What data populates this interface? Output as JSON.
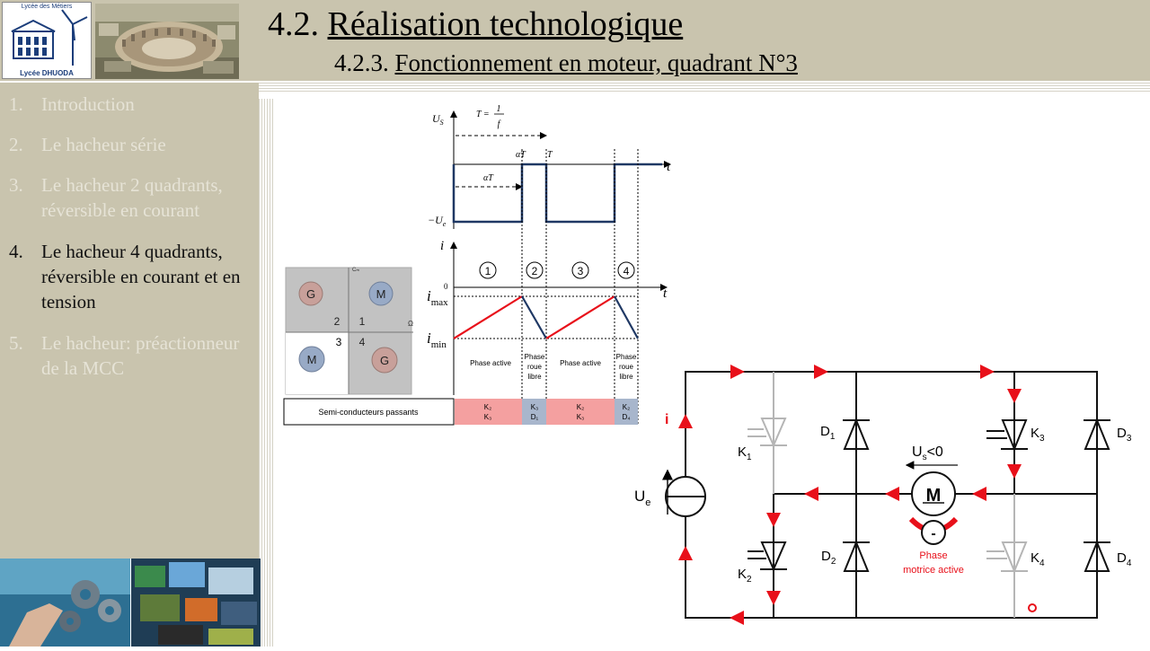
{
  "header": {
    "title_num": "4.2.",
    "title_text": "Réalisation technologique",
    "subtitle_num": "4.2.3.",
    "subtitle_text": "Fonctionnement en moteur, quadrant N°3",
    "logo_top": "Lycée des Métiers",
    "logo_bottom": "Lycée DHUODA"
  },
  "sidebar": {
    "items": [
      {
        "num": "1.",
        "label": "Introduction"
      },
      {
        "num": "2.",
        "label": "Le hacheur série"
      },
      {
        "num": "3.",
        "label": "Le hacheur 2 quadrants, réversible en courant"
      },
      {
        "num": "4.",
        "label": "Le hacheur 4 quadrants, réversible en courant et en tension"
      },
      {
        "num": "5.",
        "label": "Le hacheur: préactionneur de la MCC"
      }
    ],
    "active_index": 3
  },
  "quadrant": {
    "axis_y": "Cₘ",
    "axis_x": "Ω",
    "circles": {
      "q2": "G",
      "q1": "M",
      "q3": "M",
      "q4": "G"
    },
    "numbers": {
      "q2": "2",
      "q1": "1",
      "q3": "3",
      "q4": "4"
    }
  },
  "chronogram": {
    "us_label": "U",
    "us_sub": "S",
    "period_lhs": "T =",
    "period_num": "1",
    "period_den": "f",
    "alpha_t": "αT",
    "alpha_t_top": "αT",
    "t_top": "T",
    "t_axis": "t",
    "neg_ue": "−U",
    "neg_ue_sub": "e",
    "i_label": "i",
    "zero": "0",
    "imax": "i",
    "imax_sub": "max",
    "imin": "i",
    "imin_sub": "min",
    "phase_nums": [
      "1",
      "2",
      "3",
      "4"
    ],
    "phase_active": "Phase active",
    "phase_roue": [
      "Phase",
      "roue",
      "libre"
    ],
    "semi_label": "Semi-conducteurs passants",
    "semi": [
      {
        "a": "K₂",
        "b": "K₃",
        "color": "#f4a0a0"
      },
      {
        "a": "K₃",
        "b": "D₁",
        "color": "#a8b6cc"
      },
      {
        "a": "K₂",
        "b": "K₃",
        "color": "#f4a0a0"
      },
      {
        "a": "K₂",
        "b": "D₄",
        "color": "#a8b6cc"
      }
    ]
  },
  "circuit": {
    "current": "i",
    "ue": "U",
    "ue_sub": "e",
    "k1": "K",
    "k1_sub": "1",
    "k2": "K",
    "k2_sub": "2",
    "k3": "K",
    "k3_sub": "3",
    "k4": "K",
    "k4_sub": "4",
    "d1": "D",
    "d1_sub": "1",
    "d2": "D",
    "d2_sub": "2",
    "d3": "D",
    "d3_sub": "3",
    "d4": "D",
    "d4_sub": "4",
    "us": "U",
    "us_sub": "s",
    "us_cond": "<0",
    "motor": "M",
    "minus": "-",
    "phase_line1": "Phase",
    "phase_line2": "motrice active"
  },
  "colors": {
    "header_bg": "#c9c4ae",
    "sidebar_text": "#e6e3d6",
    "active_text": "#111111",
    "wave": "#1f3864",
    "red": "#e8101a",
    "blue_chip": "#a8b6cc",
    "red_chip": "#f4a0a0"
  }
}
